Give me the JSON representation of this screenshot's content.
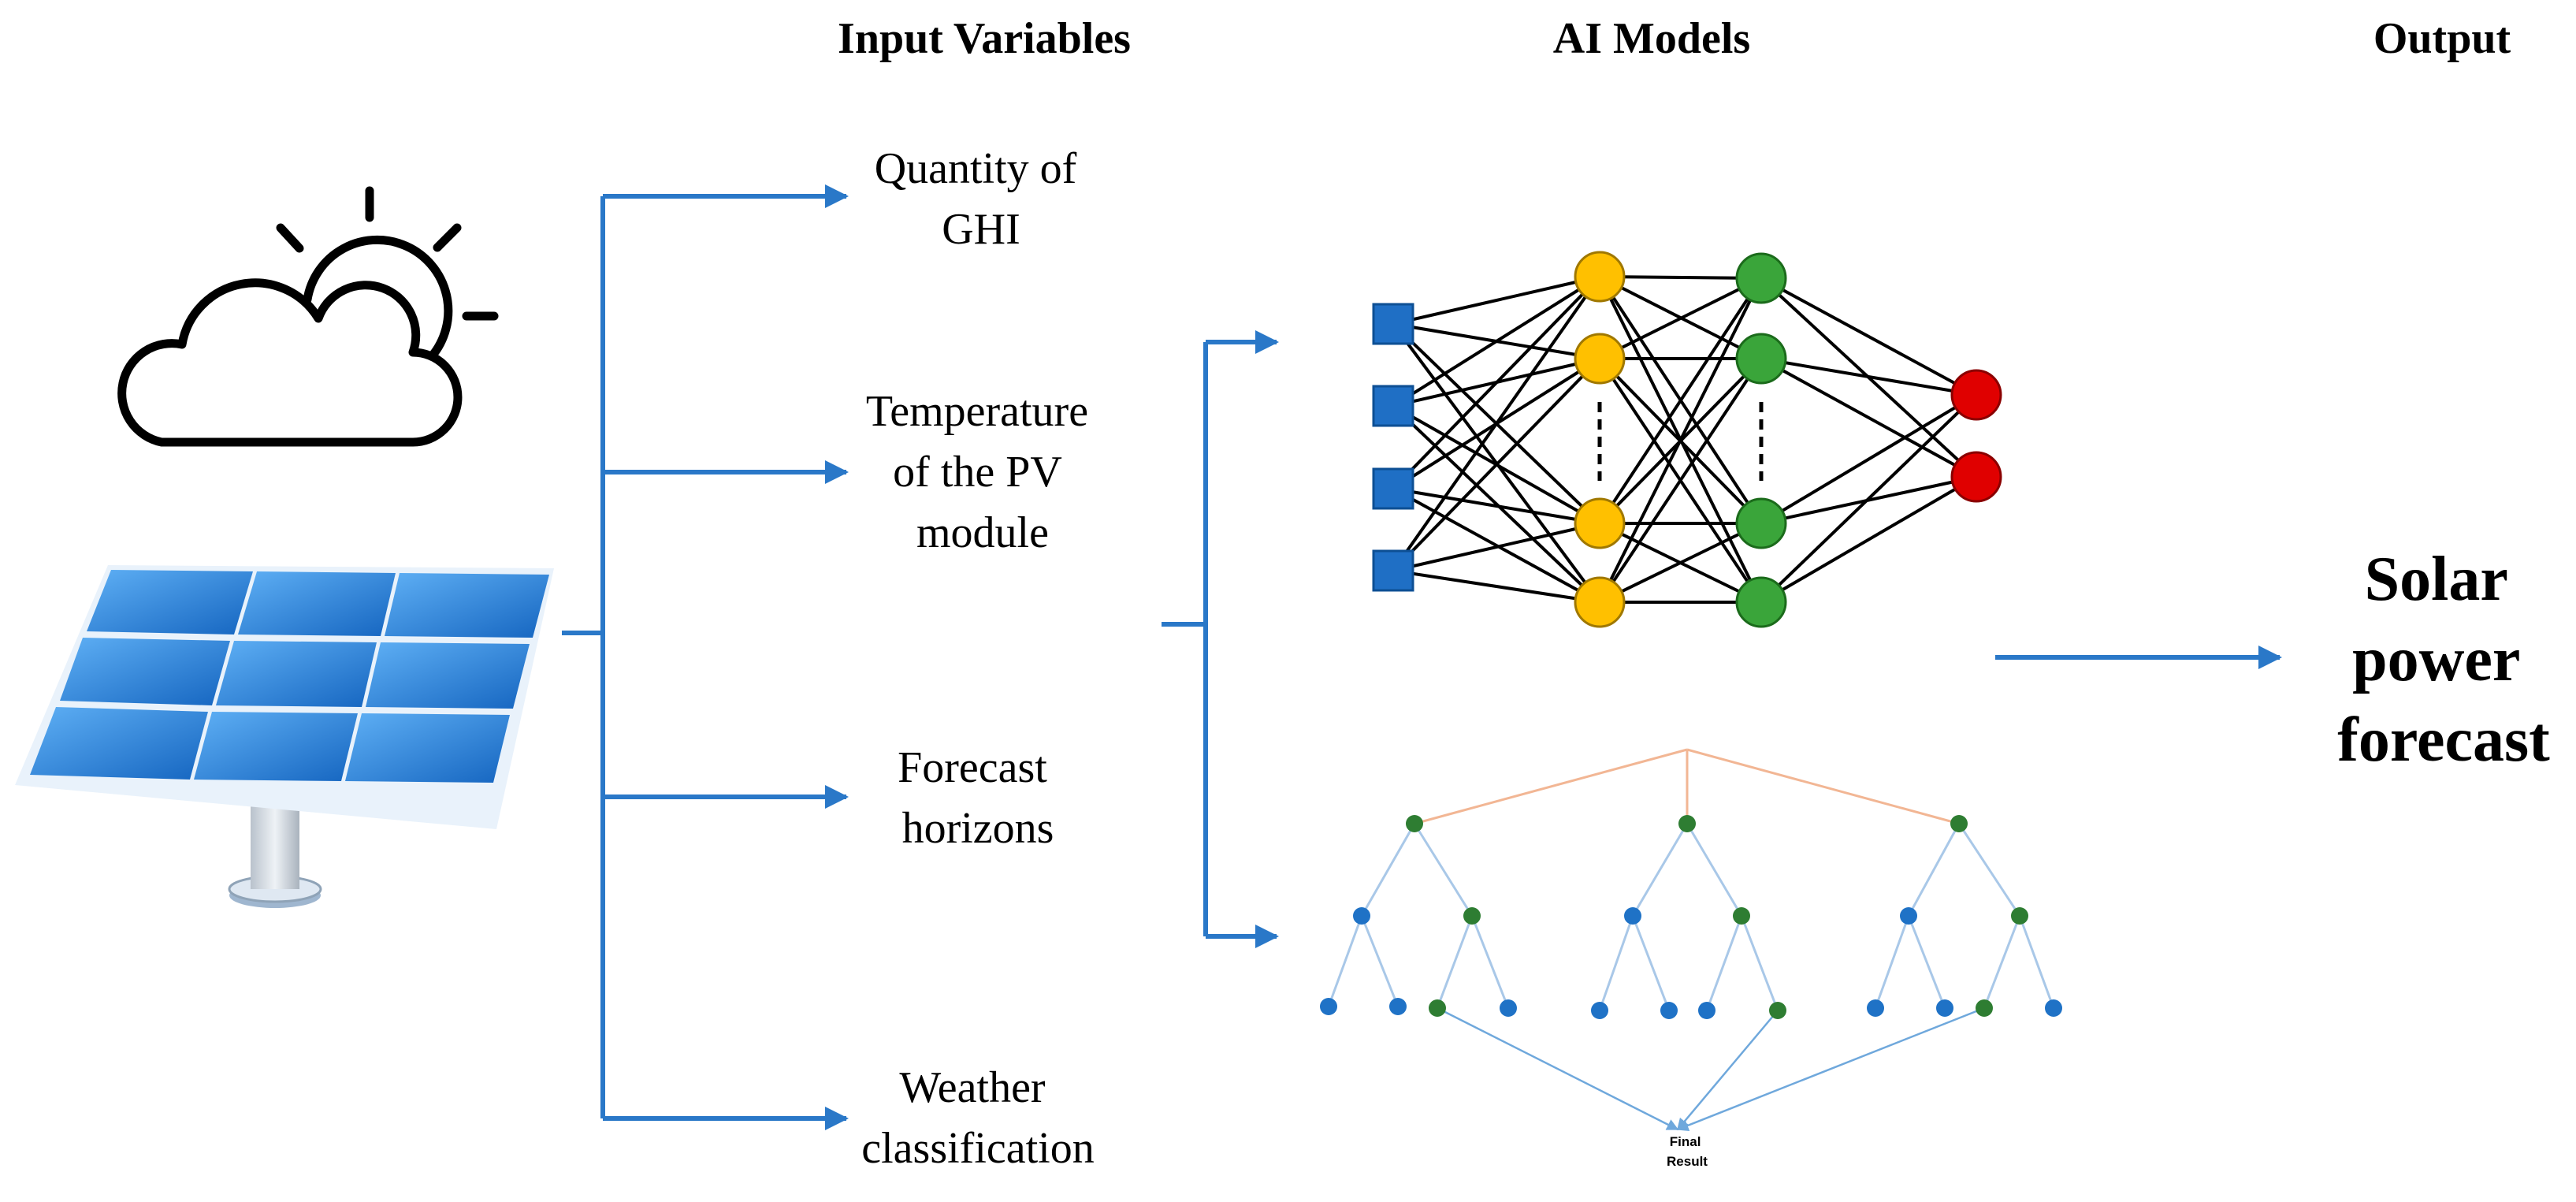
{
  "headers": {
    "input_variables": "Input Variables",
    "ai_models": "AI Models",
    "output": "Output"
  },
  "inputs": [
    {
      "line1": "Quantity of",
      "line2": "GHI"
    },
    {
      "line1": "Temperature",
      "line2": "of the PV",
      "line3": "module"
    },
    {
      "line1": "Forecast",
      "line2": "horizons"
    },
    {
      "line1": "Weather",
      "line2": "classification"
    }
  ],
  "output_label": {
    "line1": "Solar",
    "line2": "power",
    "line3": "forecast"
  },
  "random_forest": {
    "final_line1": "Final",
    "final_line2": "Result"
  },
  "icons": [
    "weather-cloud-sun-icon",
    "solar-panel-icon",
    "neural-network-icon",
    "random-forest-icon"
  ],
  "colors": {
    "arrow": "#2a78c8",
    "nn_input": "#1f6fc5",
    "nn_hidden1": "#ffc000",
    "nn_hidden2": "#3aa53a",
    "nn_output": "#e00000",
    "tree_blue": "#1f72c6",
    "tree_green": "#2e7d32"
  }
}
